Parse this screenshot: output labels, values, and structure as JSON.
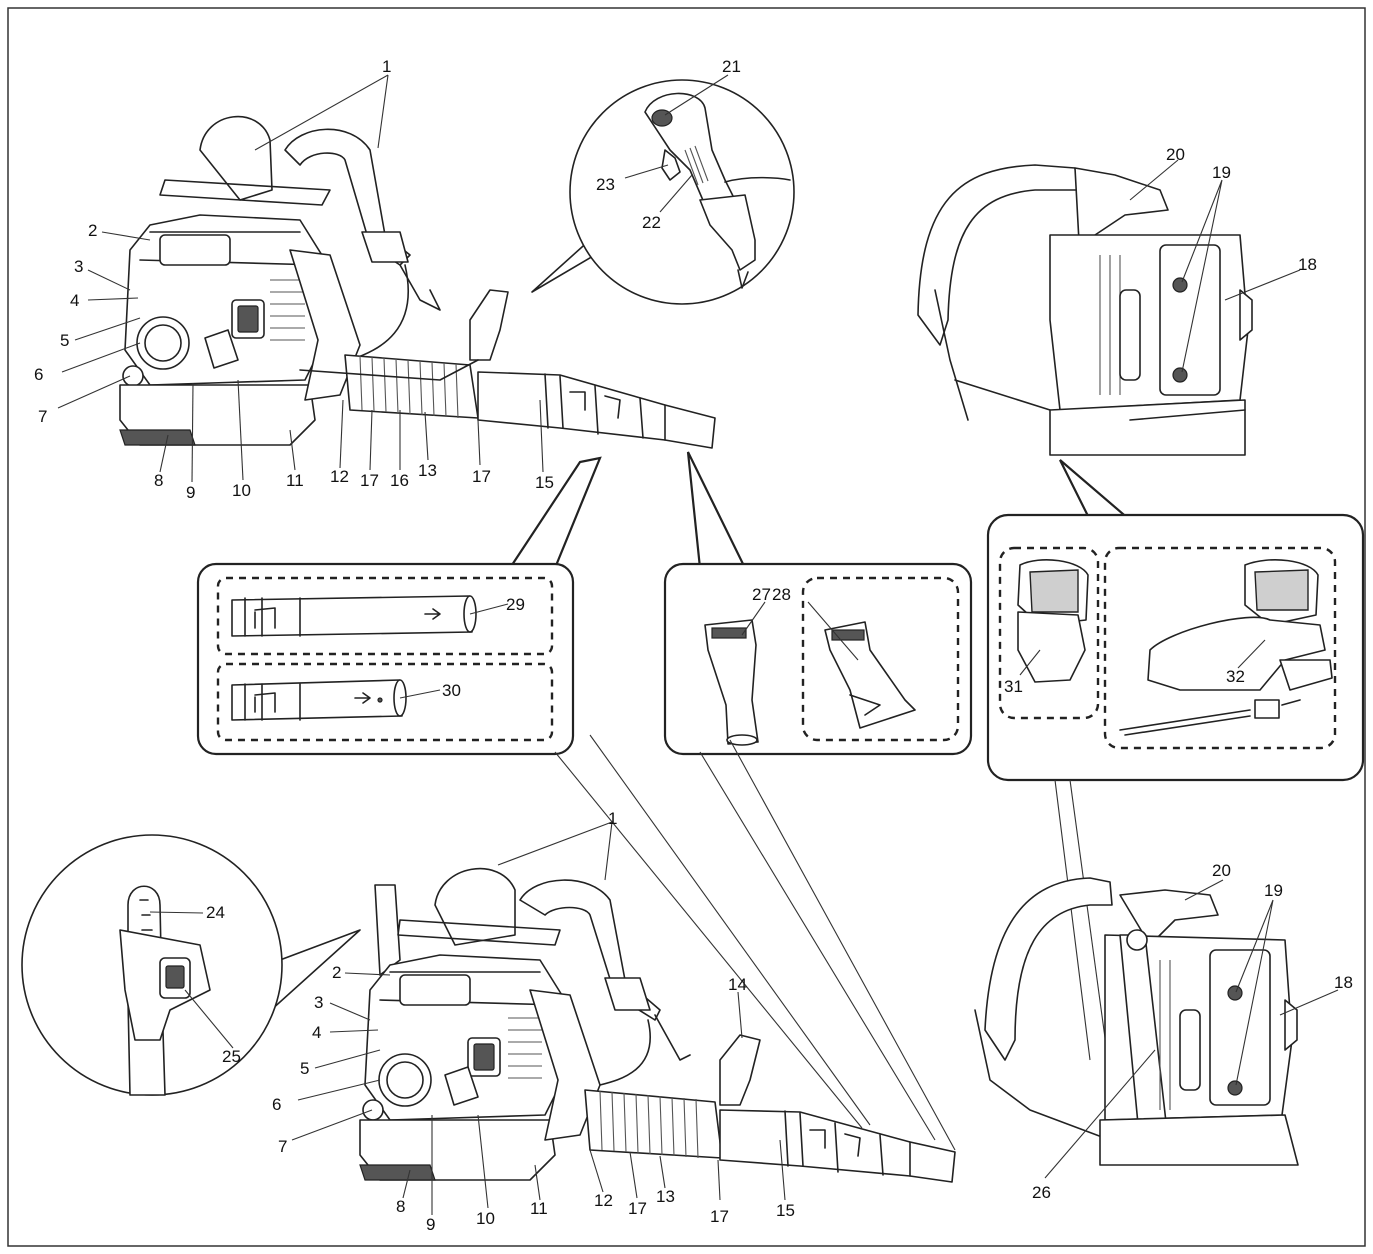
{
  "labels": {
    "top_unit": [
      "1",
      "2",
      "3",
      "4",
      "5",
      "6",
      "7",
      "8",
      "9",
      "10",
      "11",
      "12",
      "17",
      "16",
      "13",
      "17",
      "15"
    ],
    "handle_detail": [
      "21",
      "23",
      "22"
    ],
    "rear_top": [
      "20",
      "19",
      "18"
    ],
    "nozzles": [
      "27",
      "28"
    ],
    "pipes": [
      "29",
      "30"
    ],
    "strap_options": [
      "31",
      "32"
    ],
    "lever_detail": [
      "24",
      "25"
    ],
    "bottom_unit": [
      "1",
      "2",
      "3",
      "4",
      "5",
      "6",
      "7",
      "8",
      "9",
      "10",
      "11",
      "12",
      "17",
      "13",
      "14",
      "17",
      "15"
    ],
    "rear_bottom": [
      "20",
      "19",
      "18",
      "26"
    ]
  }
}
